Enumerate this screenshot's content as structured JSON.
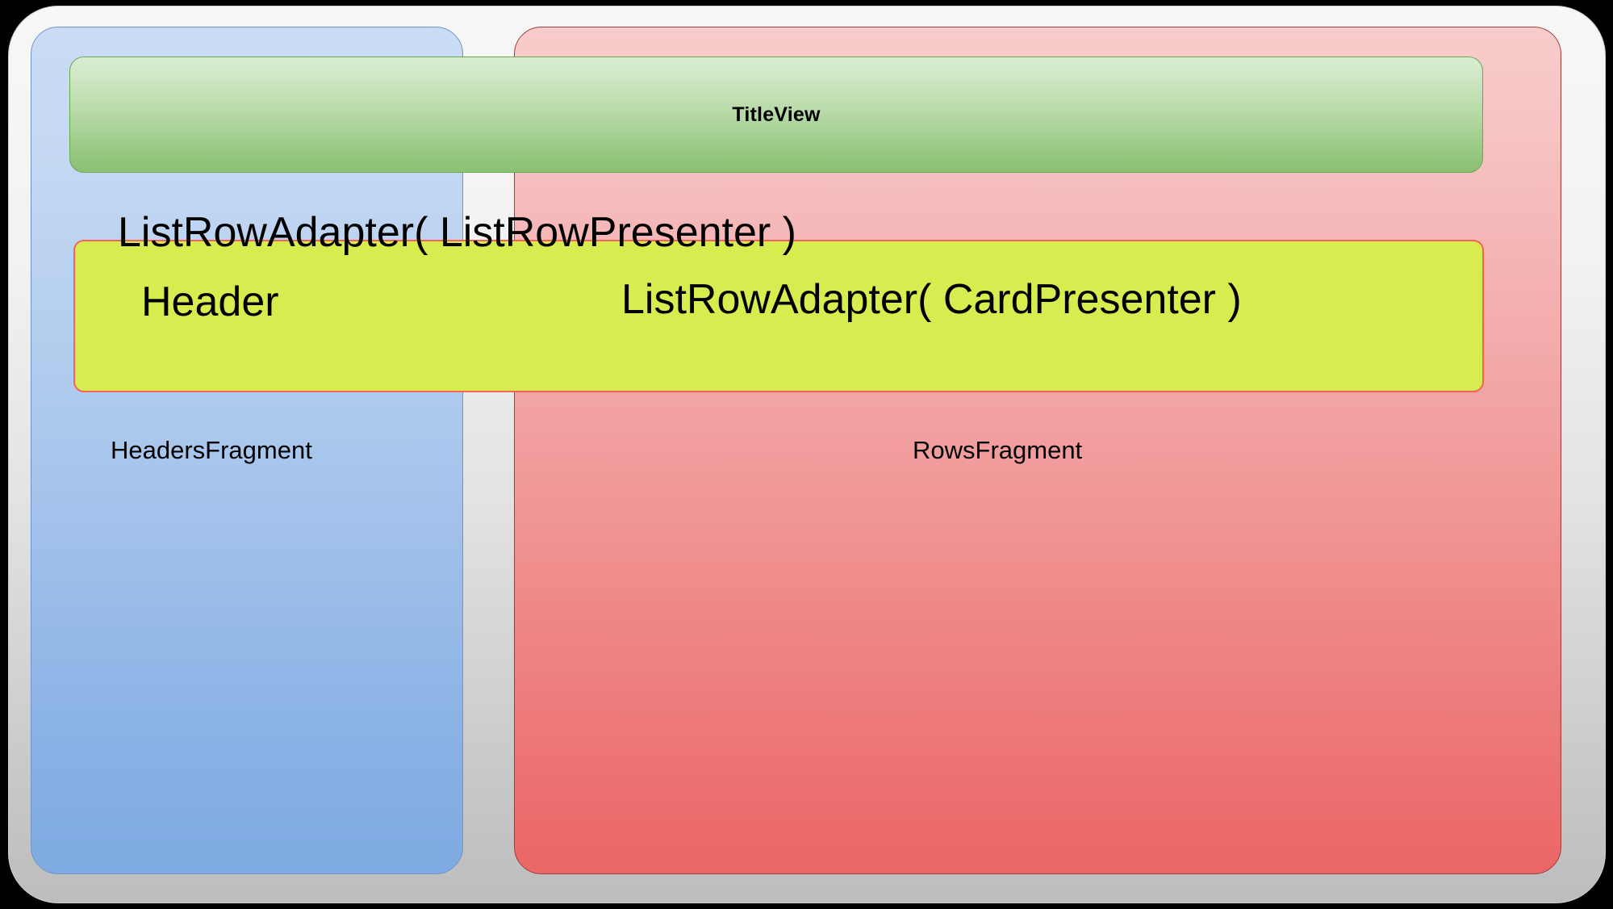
{
  "diagram": {
    "title": "Android Leanback BrowseFragment structure",
    "background_color": "#000000",
    "shell": {
      "name": "outer-container",
      "fill_from": "#f7f7f7",
      "fill_to": "#bdbdbd"
    },
    "panels": [
      {
        "id": "headers-fragment",
        "label": "HeadersFragment",
        "fill_from": "#cadcf5",
        "fill_to": "#7fabe2",
        "border_color": "#6f95c6"
      },
      {
        "id": "rows-fragment",
        "label": "RowsFragment",
        "fill_from": "#f8cccc",
        "fill_to": "#eb6666",
        "border_color": "#a33b3b"
      }
    ],
    "title_view": {
      "id": "title-view",
      "label": "TitleView",
      "fill_from": "#d9ecd0",
      "fill_to": "#8cc273",
      "border_color": "#6aa84f"
    },
    "list_row_band": {
      "id": "list-row-band",
      "fill": "#d6ec4f",
      "border_color": "#f4645a"
    },
    "labels": {
      "list_row_presenter": "ListRowAdapter( ListRowPresenter )",
      "header": "Header",
      "card_presenter": "ListRowAdapter( CardPresenter )"
    }
  }
}
